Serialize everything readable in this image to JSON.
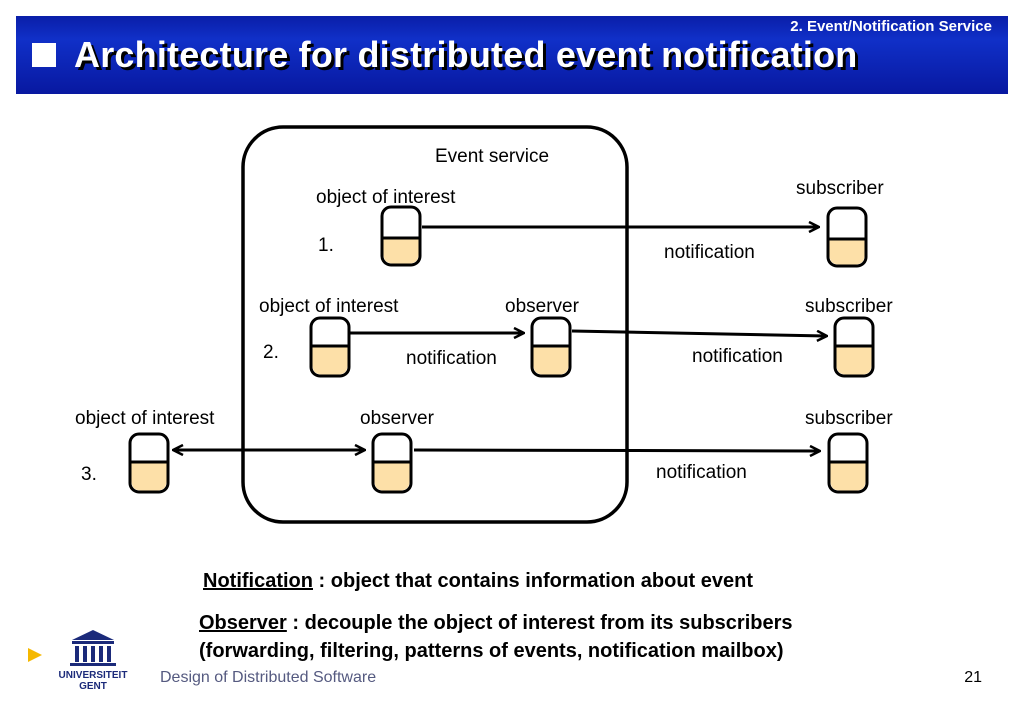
{
  "header": {
    "section": "2. Event/Notification Service",
    "title": "Architecture for distributed event notification"
  },
  "diagram": {
    "event_service_label": "Event service",
    "rows": [
      {
        "number": "1.",
        "object_label": "object of interest",
        "observer_label": "",
        "subscriber_label": "subscriber",
        "notification_labels": [
          "notification"
        ]
      },
      {
        "number": "2.",
        "object_label": "object of interest",
        "observer_label": "observer",
        "subscriber_label": "subscriber",
        "notification_labels": [
          "notification",
          "notification"
        ]
      },
      {
        "number": "3.",
        "object_label": "object of interest",
        "observer_label": "observer",
        "subscriber_label": "subscriber",
        "notification_labels": [
          "notification"
        ]
      }
    ]
  },
  "captions": {
    "notification_term": "Notification",
    "notification_def": " : object that contains information about event",
    "observer_term": "Observer",
    "observer_def": " : decouple the object of interest from its subscribers",
    "observer_def_2": "(forwarding, filtering, patterns of events, notification mailbox)"
  },
  "footer": {
    "logo_line1": "UNIVERSITEIT",
    "logo_line2": "GENT",
    "course": "Design of Distributed Software",
    "page": "21"
  },
  "colors": {
    "header_blue": "#0a1ea8",
    "object_fill": "#fde0a8",
    "accent_arrow": "#f5b800"
  }
}
